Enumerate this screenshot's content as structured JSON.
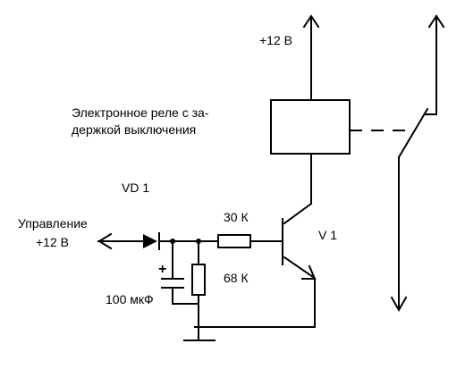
{
  "title": {
    "line1": "Электронное реле с за-",
    "line2": "держкой выключения"
  },
  "labels": {
    "supply": "+12 В",
    "diode_ref": "VD 1",
    "transistor_ref": "V 1",
    "resistor_base": "30 К",
    "resistor_shunt": "68 К",
    "capacitor_value": "100 мкФ",
    "capacitor_polarity": "+",
    "control_line1": "Управление",
    "control_line2": "+12 В"
  },
  "colors": {
    "ink": "#000000",
    "background": "#ffffff"
  }
}
